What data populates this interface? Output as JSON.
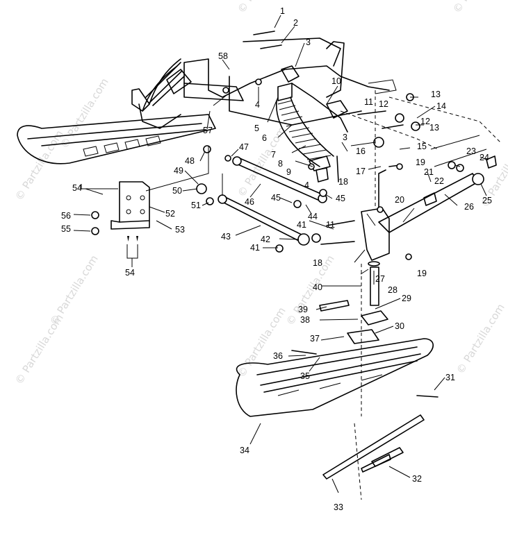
{
  "watermark": "© Partzilla.com",
  "callouts": [
    "1",
    "2",
    "3",
    "3",
    "4",
    "4",
    "5",
    "6",
    "7",
    "8",
    "9",
    "10",
    "11",
    "11",
    "12",
    "12",
    "13",
    "13",
    "14",
    "15",
    "16",
    "17",
    "18",
    "18",
    "19",
    "19",
    "20",
    "21",
    "22",
    "23",
    "24",
    "25",
    "26",
    "27",
    "28",
    "29",
    "30",
    "31",
    "32",
    "33",
    "34",
    "35",
    "36",
    "37",
    "38",
    "39",
    "40",
    "41",
    "41",
    "42",
    "43",
    "44",
    "45",
    "45",
    "46",
    "47",
    "48",
    "49",
    "50",
    "51",
    "52",
    "53",
    "54",
    "54",
    "55",
    "56",
    "57",
    "58"
  ]
}
